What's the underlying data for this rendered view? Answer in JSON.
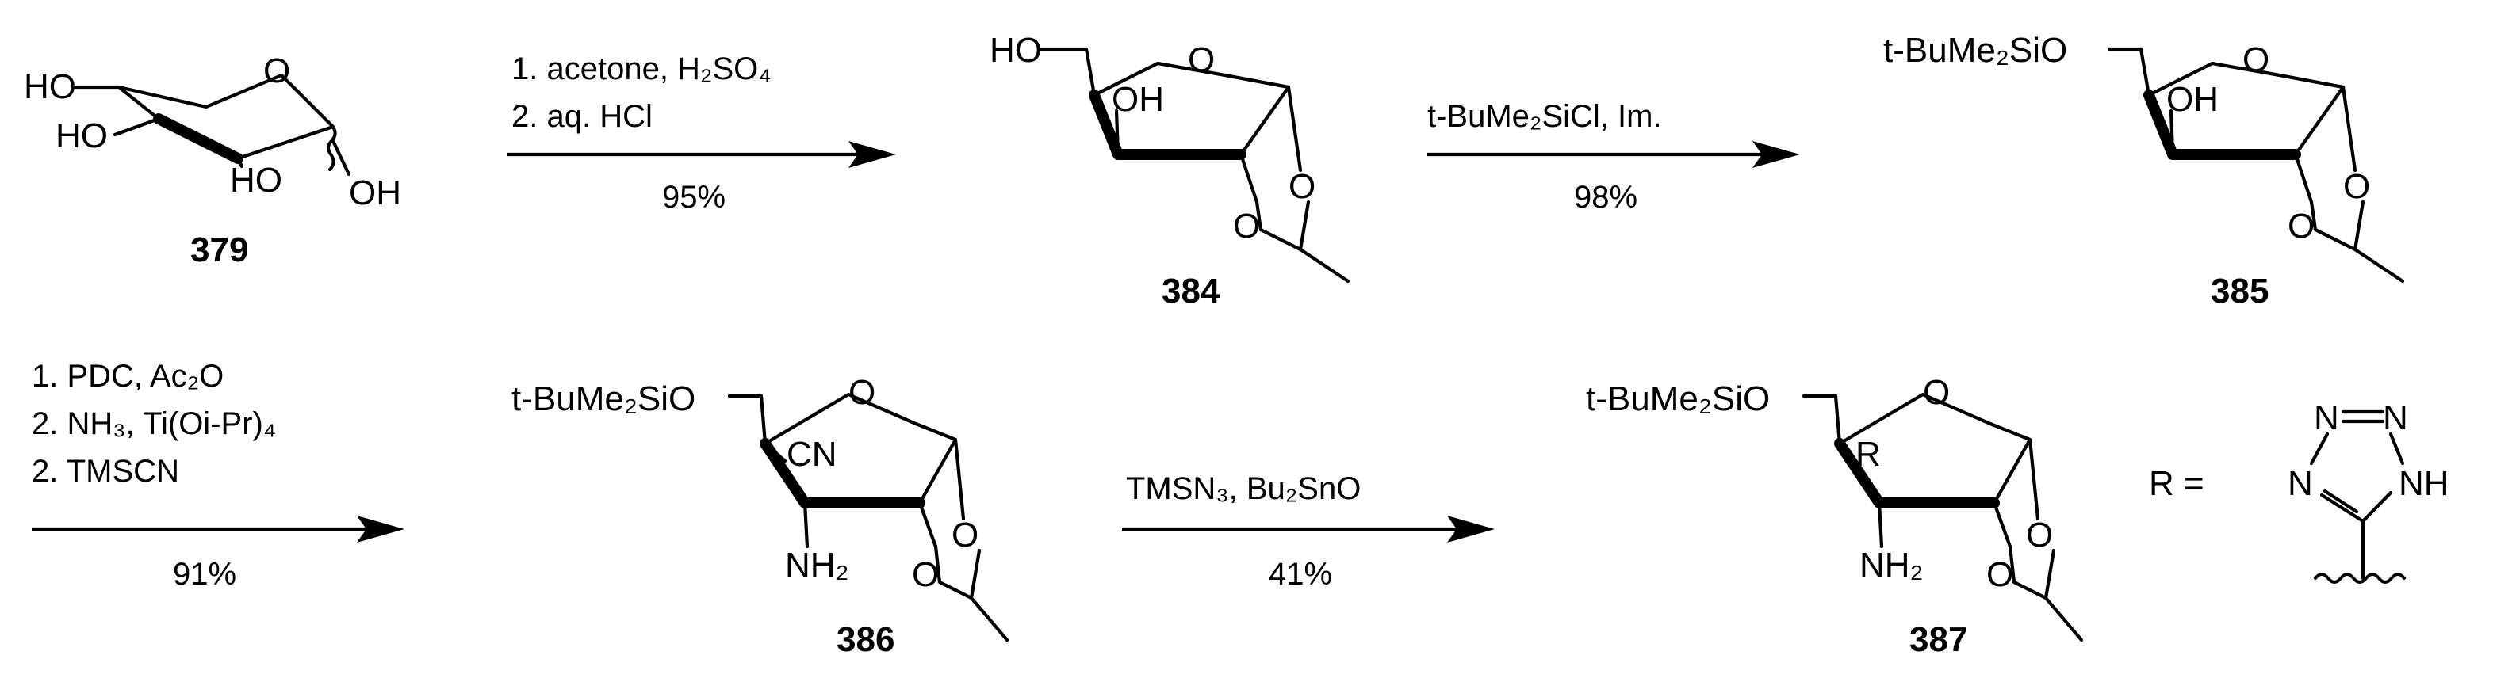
{
  "compounds": {
    "c379": {
      "label": "379",
      "atoms": [
        "HO",
        "HO",
        "HO",
        "OH",
        "O"
      ]
    },
    "c384": {
      "label": "384",
      "atoms": [
        "HO",
        "OH",
        "O",
        "O",
        "O"
      ]
    },
    "c385": {
      "label": "385",
      "atoms": [
        "t-BuMe₂SiO",
        "OH",
        "O",
        "O",
        "O"
      ]
    },
    "c386": {
      "label": "386",
      "atoms": [
        "t-BuMe₂SiO",
        "CN",
        "NH₂",
        "O",
        "O",
        "O"
      ]
    },
    "c387": {
      "label": "387",
      "atoms": [
        "t-BuMe₂SiO",
        "R",
        "NH₂",
        "O",
        "O",
        "O"
      ]
    }
  },
  "substituent": {
    "prefix": "R =",
    "atoms": [
      "N",
      "N",
      "N",
      "NH"
    ]
  },
  "steps": [
    {
      "conditions": [
        "1. acetone, H₂SO₄",
        "2. aq. HCl"
      ],
      "yield": "95%"
    },
    {
      "conditions": [
        "t-BuMe₂SiCl, Im."
      ],
      "yield": "98%"
    },
    {
      "conditions": [
        "1. PDC, Ac₂O",
        "2. NH₃, Ti(Oi-Pr)₄",
        "2. TMSCN"
      ],
      "yield": "91%"
    },
    {
      "conditions": [
        "TMSN₃, Bu₂SnO"
      ],
      "yield": "41%"
    }
  ]
}
